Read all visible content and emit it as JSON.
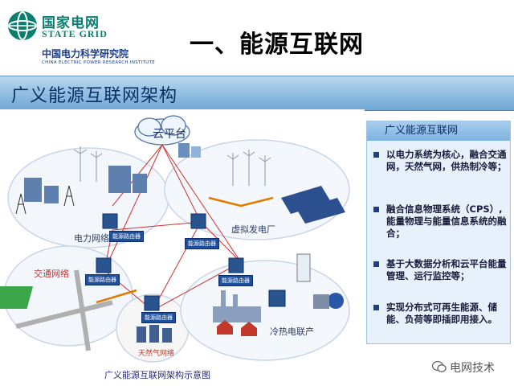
{
  "header": {
    "logo_cn": "国家电网",
    "logo_en": "STATE GRID",
    "institute_cn": "中国电力科学研究院",
    "institute_en": "CHINA ELECTRIC POWER RESEARCH INSTITUTE",
    "main_title": "一、能源互联网"
  },
  "banner": {
    "title": "广义能源互联网架构"
  },
  "diagram": {
    "cloud": "云平台",
    "labels": {
      "power_grid": "电力网络",
      "virtual_plant": "虚拟发电厂",
      "transport_network": "交通网络",
      "gas_network": "天然气网络",
      "cooling_heating": "冷热电联产"
    },
    "router": "能源路由器",
    "caption": "广义能源互联网架构示意图"
  },
  "panel": {
    "title": "广义能源互联网",
    "bullets": [
      "以电力系统为核心，融合交通网，天然气网，供热制冷等；",
      "融合信息物理系统（CPS）,能量物理与能量信息系统的融合；",
      "基于大数据分析和云平台能量管理、运行监控等；",
      "实现分布式可再生能源、储能、负荷等即插即用接入。"
    ]
  },
  "watermark": {
    "text": "电网技术"
  },
  "colors": {
    "accent": "#0a7f6f",
    "navy": "#1a3f8f",
    "banner": "#8fbde0",
    "line_red": "#d03030"
  }
}
